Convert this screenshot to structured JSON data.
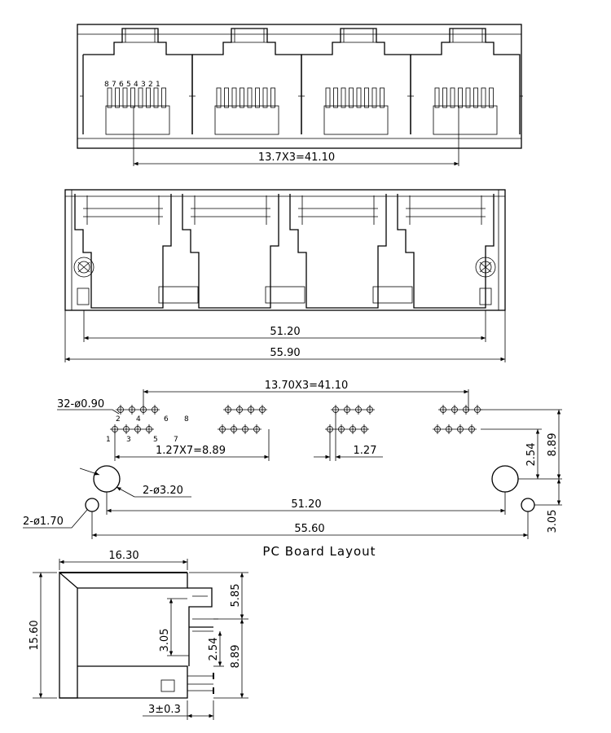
{
  "top_view": {
    "pin_numbers": [
      "8",
      "7",
      "6",
      "5",
      "4",
      "3",
      "2",
      "1"
    ],
    "pitch_dim": "13.7X3=41.10"
  },
  "front_view": {
    "inner_width": "51.20",
    "outer_width": "55.90"
  },
  "pcb_layout": {
    "pitch_dim": "13.70X3=41.10",
    "signal_hole": "32-ø0.90",
    "pin_labels": [
      "1",
      "2",
      "3",
      "4",
      "5",
      "6",
      "7",
      "8"
    ],
    "row_pitch": "1.27X7=8.89",
    "pin_pitch": "1.27",
    "mount_hole": "2-ø3.20",
    "locate_hole": "2-ø1.70",
    "hole_span": "51.20",
    "overall": "55.60",
    "v_2_54": "2.54",
    "v_8_89": "8.89",
    "v_3_05": "3.05",
    "caption": "PC Board Layout"
  },
  "side_view": {
    "depth": "16.30",
    "height": "15.60",
    "top_offset": "5.85",
    "dim_3_05": "3.05",
    "dim_2_54": "2.54",
    "dim_8_89": "8.89",
    "standoff": "3±0.3"
  }
}
